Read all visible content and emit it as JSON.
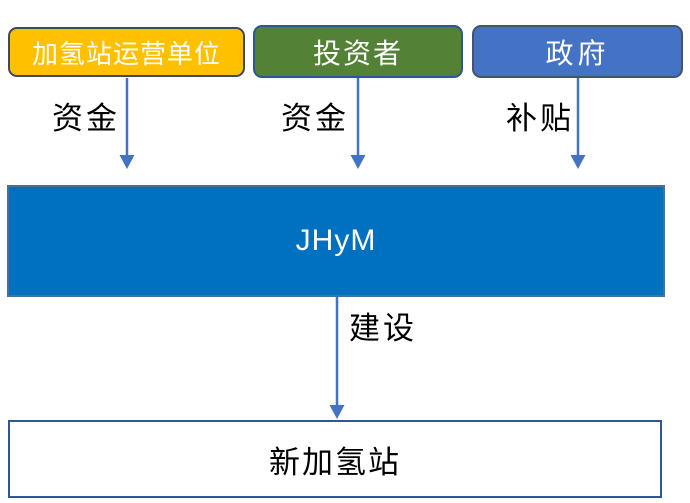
{
  "diagram": {
    "sources": [
      {
        "label": "加氢站运营单位",
        "fill": "#FFC000",
        "border": "#3C4A5E",
        "flow_label": "资金"
      },
      {
        "label": "投资者",
        "fill": "#538135",
        "border": "#2F5597",
        "flow_label": "资金"
      },
      {
        "label": "政府",
        "fill": "#4472C4",
        "border": "#44546A",
        "flow_label": "补贴"
      }
    ],
    "hub": {
      "label": "JHyM",
      "fill": "#0070C0",
      "border": "#41719C",
      "text_color": "#FFFFFF"
    },
    "build_flow": {
      "label": "建设"
    },
    "output": {
      "label": "新加氢站",
      "fill": "#FFFFFF",
      "border": "#2F5597",
      "text_color": "#000000"
    },
    "arrow_color": "#4472C4",
    "flow_label_color": "#000000"
  }
}
